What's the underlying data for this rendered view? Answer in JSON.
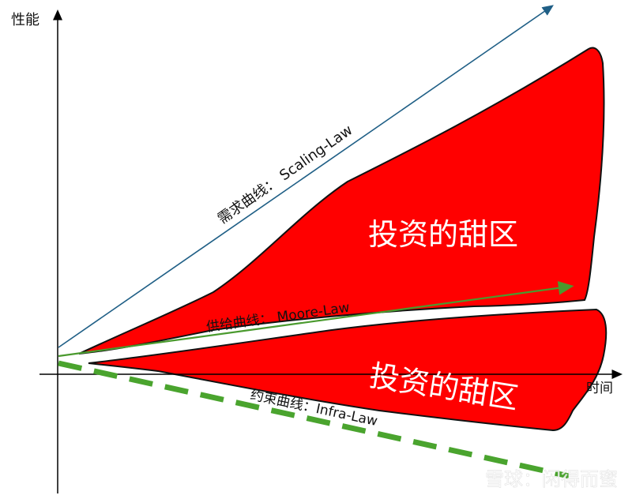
{
  "axes": {
    "y_label": "性能",
    "x_label": "时间"
  },
  "curves": {
    "demand": {
      "label": "需求曲线：  Scaling-Law",
      "color": "#1f5f86"
    },
    "supply": {
      "label": "供给曲线：   Moore-Law",
      "color": "#4a9a2e"
    },
    "constraint": {
      "label": "约束曲线：Infra-Law",
      "color": "#4aa42e"
    }
  },
  "zones": {
    "upper": {
      "label": "投资的甜区",
      "color": "#ff0000"
    },
    "lower": {
      "label": "投资的甜区",
      "color": "#ff0000"
    }
  },
  "watermark": {
    "text": "雪球：闲得而蜜"
  }
}
